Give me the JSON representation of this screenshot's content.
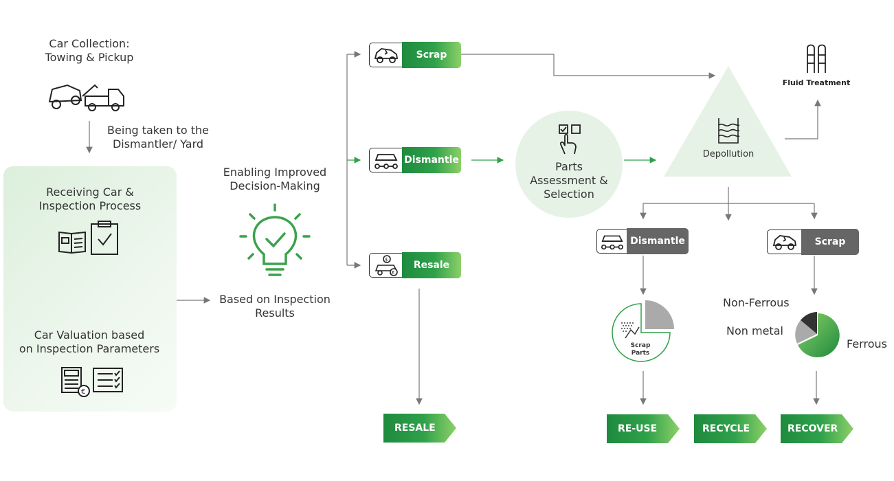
{
  "collection": {
    "title": "Car Collection:\nTowing & Pickup",
    "transit_label": "Being taken to the\nDismantler/ Yard",
    "icon": "tow-truck-icon"
  },
  "inspection_panel": {
    "receiving_title": "Receiving Car &\nInspection Process",
    "valuation_title": "Car Valuation based\non Inspection Parameters",
    "receiving_icons": [
      "book-icon",
      "clipboard-check-icon"
    ],
    "valuation_icons": [
      "calculator-euro-icon",
      "checklist-icon"
    ]
  },
  "decision": {
    "top_label": "Enabling Improved\nDecision-Making",
    "bottom_label": "Based on Inspection\nResults",
    "icon": "lightbulb-icon"
  },
  "options": [
    {
      "label": "Scrap",
      "icon": "damaged-car-icon"
    },
    {
      "label": "Dismantle",
      "icon": "car-parts-icon"
    },
    {
      "label": "Resale",
      "icon": "car-sale-icon"
    }
  ],
  "parts_assessment": {
    "label": "Parts\nAssessment &\nSelection",
    "icon": "selection-hand-icon"
  },
  "depollution": {
    "label": "Depollution",
    "icon": "fluid-waves-icon"
  },
  "fluid_treatment": {
    "label": "Fluid Treatment",
    "icon": "fluid-tanks-icon"
  },
  "post_options": [
    {
      "label": "Dismantle",
      "icon": "car-parts-icon"
    },
    {
      "label": "Scrap",
      "icon": "damaged-car-icon"
    }
  ],
  "scrap_parts": {
    "label": "Scrap\nParts"
  },
  "materials": {
    "non_ferrous": "Non-Ferrous",
    "non_metal": "Non metal",
    "ferrous": "Ferrous"
  },
  "outcomes": {
    "resale": "RESALE",
    "reuse": "RE-USE",
    "recycle": "RECYCLE",
    "recover": "RECOVER"
  },
  "colors": {
    "green_dark": "#1e8a3e",
    "green_light": "#8cd068",
    "grey_tag": "#666666",
    "pale_green": "#e6f2e6"
  }
}
